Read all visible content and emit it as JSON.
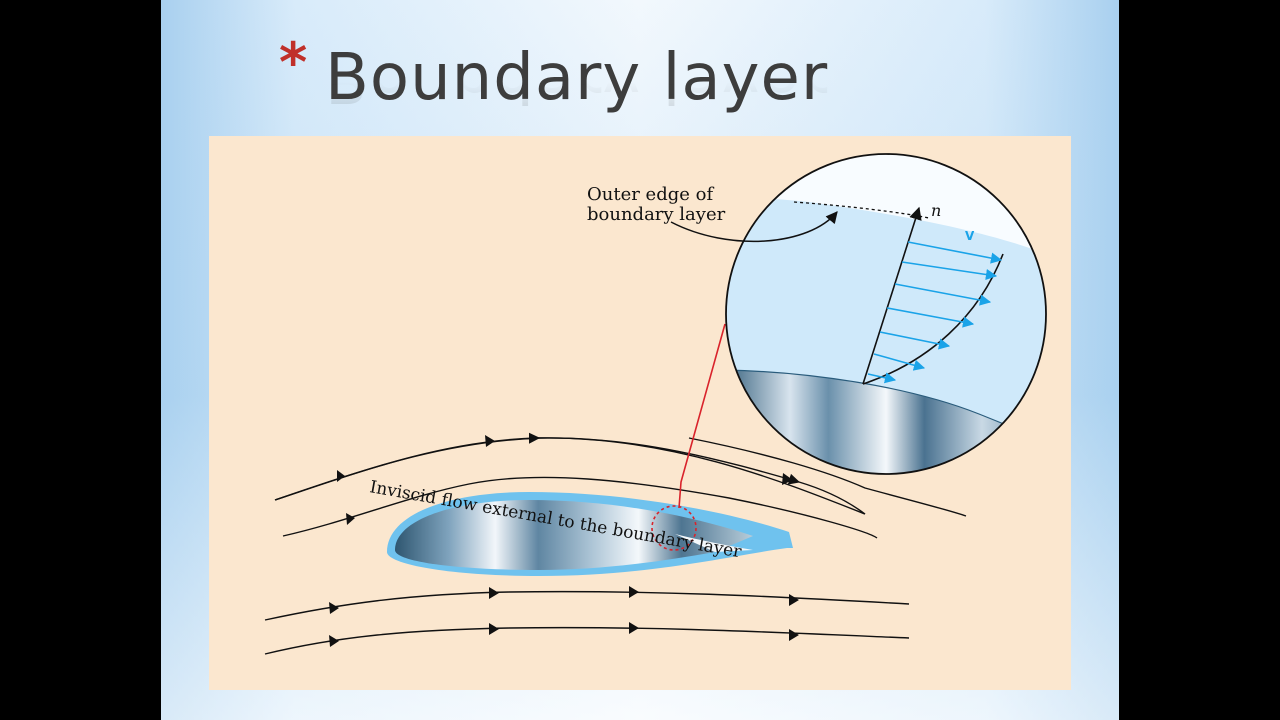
{
  "slide": {
    "bullet": "*",
    "title": "Boundary layer"
  },
  "figure": {
    "outer_edge_label_line1": "Outer edge of",
    "outer_edge_label_line2": "boundary layer",
    "flow_label": "Inviscid flow external to the boundary layer",
    "normal_label": "n",
    "velocity_label": "V"
  },
  "colors": {
    "background_left": "#000000",
    "slide_blue": "#a9d0ef",
    "figure_bg": "#fbe7cf",
    "boundary_layer_blue": "#6fc2ee",
    "bubble_fill": "#cfe9fa",
    "arrow_blue": "#1aa3e8",
    "marker_red": "#d9232b",
    "bullet_red": "#c0302a",
    "title_gray": "#3d3d3d"
  }
}
